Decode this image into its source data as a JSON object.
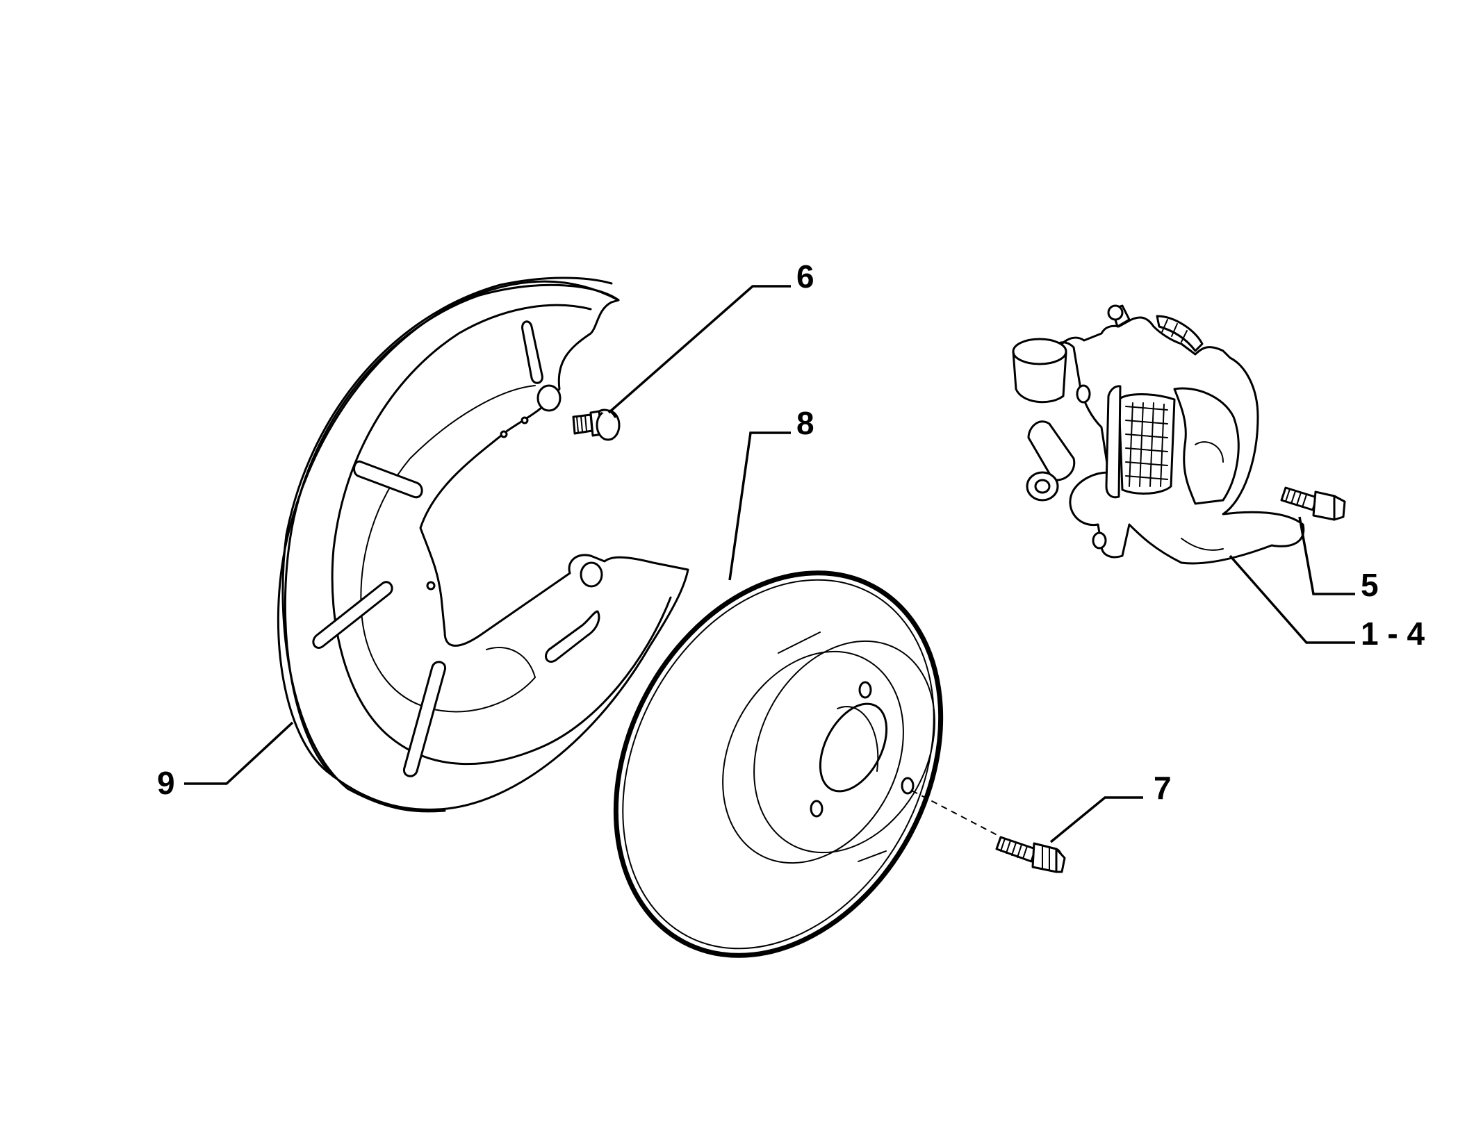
{
  "callouts": {
    "disc_shield": "9",
    "shield_bolt": "6",
    "brake_disc": "8",
    "caliper_assembly": "1 - 4",
    "caliper_bolt": "5",
    "disc_screw": "7"
  }
}
